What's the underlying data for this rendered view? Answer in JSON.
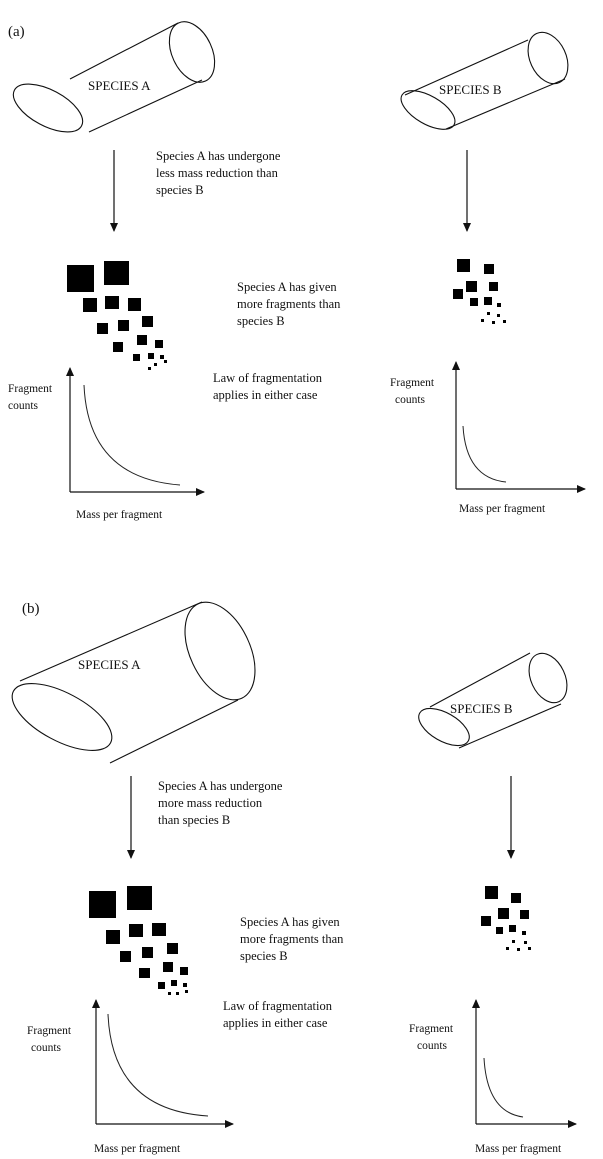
{
  "panel_a": {
    "label": "(a)",
    "species_a": {
      "cylinder_label": "SPECIES A",
      "note_arrow": [
        "Species A has undergone",
        "less mass reduction than",
        "species B"
      ],
      "note_fragments": [
        "Species A has given",
        "more fragments than",
        "species B"
      ],
      "note_law": [
        "Law of fragmentation",
        "applies in either case"
      ],
      "y_axis_label": [
        "Fragment",
        "counts"
      ],
      "x_axis_label": "Mass per fragment"
    },
    "species_b": {
      "cylinder_label": "SPECIES B",
      "y_axis_label": [
        "Fragment",
        "counts"
      ],
      "x_axis_label": "Mass per fragment"
    }
  },
  "panel_b": {
    "label": "(b)",
    "species_a": {
      "cylinder_label": "SPECIES A",
      "note_arrow": [
        "Species A has undergone",
        "more mass reduction",
        "than species B"
      ],
      "note_fragments": [
        "Species A has given",
        "more fragments than",
        "species B"
      ],
      "note_law": [
        "Law of fragmentation",
        "applies in either case"
      ],
      "y_axis_label": [
        "Fragment",
        "counts"
      ],
      "x_axis_label": "Mass per fragment"
    },
    "species_b": {
      "cylinder_label": "SPECIES B",
      "y_axis_label": [
        "Fragment",
        "counts"
      ],
      "x_axis_label": "Mass per fragment"
    }
  }
}
